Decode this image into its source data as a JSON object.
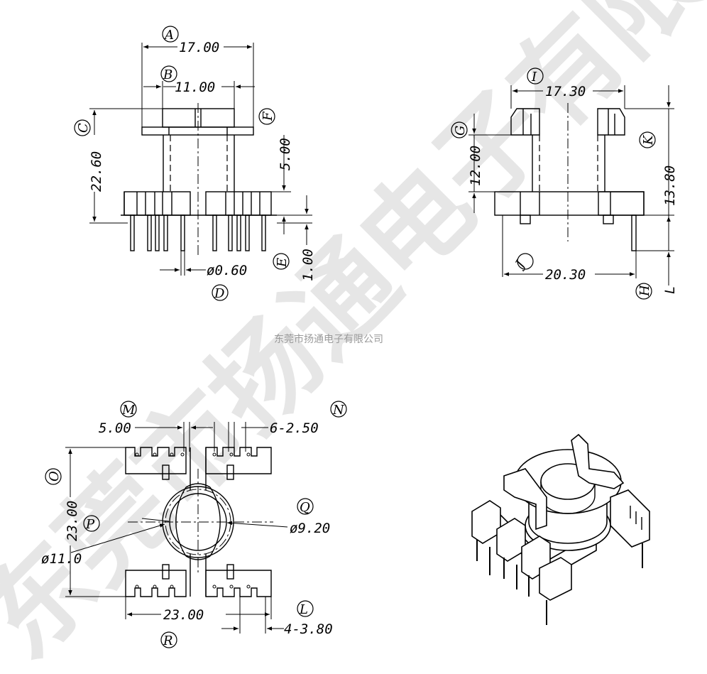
{
  "watermark": "东莞市扬通电子有限公司",
  "caption": "东莞市扬通电子有限公司",
  "views": {
    "front": {
      "dims": {
        "A": "17.00",
        "B": "11.00",
        "C": "22.60",
        "F": "5.00",
        "D": "ø0.60",
        "E": "1.00"
      },
      "labels": [
        "A",
        "B",
        "C",
        "F",
        "D",
        "E"
      ]
    },
    "side": {
      "dims": {
        "I": "17.30",
        "G": "12.00",
        "K": "13.80",
        "J": "20.30",
        "H": "H",
        "L": "L"
      },
      "labels": [
        "I",
        "G",
        "K",
        "J",
        "H"
      ]
    },
    "top": {
      "dims": {
        "M": "5.00",
        "N": "6-2.50",
        "O": "23.00",
        "Q": "ø9.20",
        "P": "ø11.0",
        "R": "23.00",
        "L": "4-3.80"
      },
      "labels": [
        "M",
        "N",
        "O",
        "P",
        "Q",
        "R",
        "L"
      ]
    }
  }
}
